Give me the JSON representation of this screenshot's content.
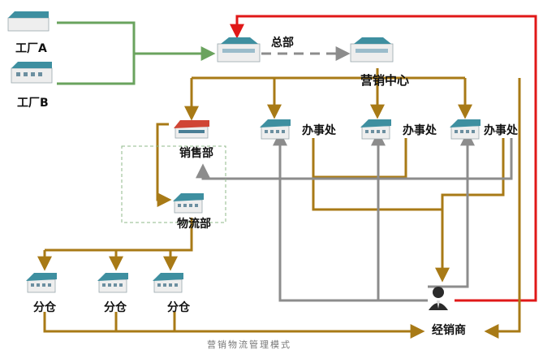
{
  "nodes": {
    "factory_a": "工厂A",
    "factory_b": "工厂B",
    "headquarters": "总部",
    "marketing_center": "营销中心",
    "office_1": "办事处",
    "office_2": "办事处",
    "office_3": "办事处",
    "sales_dept": "销售部",
    "logistics_dept": "物流部",
    "warehouse_1": "分仓",
    "warehouse_2": "分仓",
    "warehouse_3": "分仓",
    "dealer": "经销商"
  },
  "caption": "营销物流管理模式",
  "colors": {
    "factory_flow": "#6aa35e",
    "hq_link": "#8c8c8c",
    "management_flow": "#a87a16",
    "info_flow": "#8c8c8c",
    "feedback_flow": "#e01818",
    "building_roof": "#3e8fa0",
    "building_wall": "#eeeeee"
  },
  "icons": {
    "building": "building-icon",
    "person": "person-icon"
  }
}
